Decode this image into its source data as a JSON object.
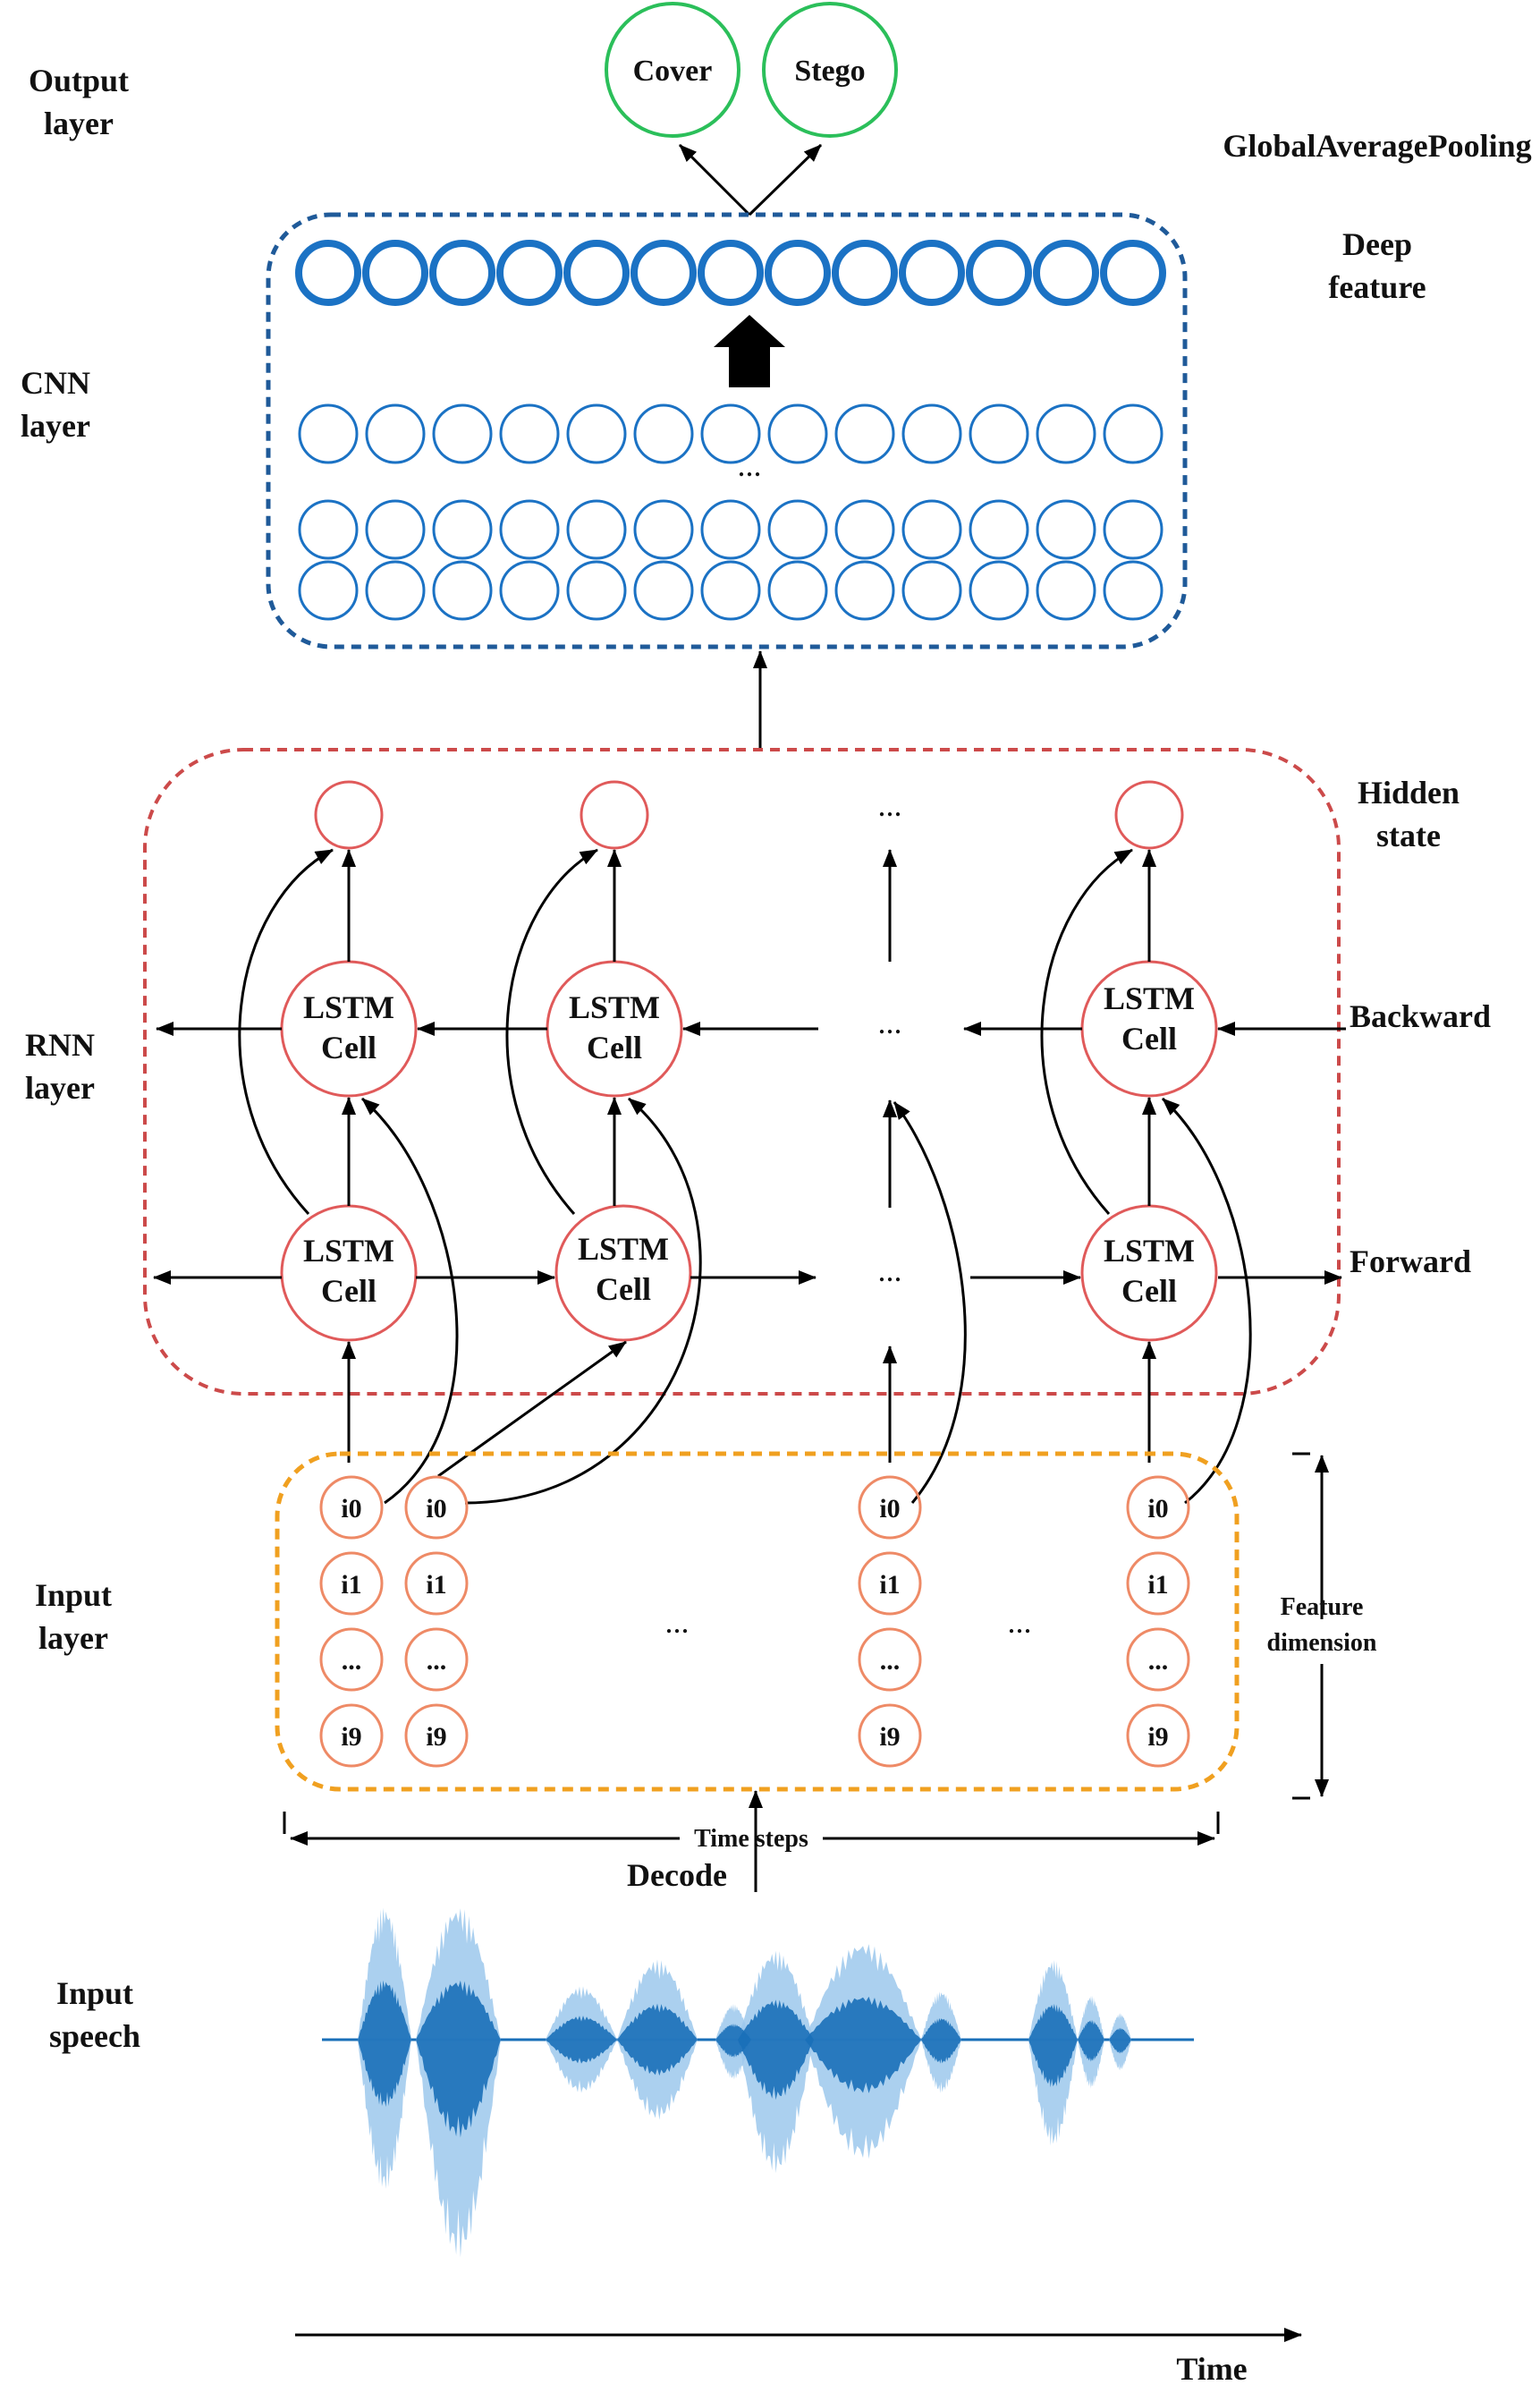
{
  "colors": {
    "cnn": "#1f5a99",
    "cnn_circle": "#1b72c4",
    "rnn": "#cc4a4a",
    "rnn_circle": "#e05a5a",
    "input_box": "#f0a020",
    "input_circle": "#ee8a66",
    "output_circle": "#2bbf5a",
    "wave_dark": "#1a6fb8",
    "wave_light": "#9cc8ec"
  },
  "layers": {
    "output": [
      "Output",
      "layer"
    ],
    "cnn": [
      "CNN",
      "layer"
    ],
    "rnn": [
      "RNN",
      "layer"
    ],
    "input": [
      "Input",
      "layer"
    ],
    "speech": [
      "Input",
      "speech"
    ]
  },
  "output_nodes": [
    "Cover",
    "Stego"
  ],
  "pooling_label": "GlobalAveragePooling",
  "deep_feature": [
    "Deep",
    "feature"
  ],
  "hidden_state": [
    "Hidden",
    "state"
  ],
  "backward": "Backward",
  "forward": "Forward",
  "lstm": [
    "LSTM",
    "Cell"
  ],
  "input_cells": [
    "i0",
    "i1",
    "...",
    "i9"
  ],
  "feature_dimension": [
    "Feature",
    "dimension"
  ],
  "time_steps": "Time steps",
  "decode": "Decode",
  "time": "Time",
  "ellipsis": "..."
}
